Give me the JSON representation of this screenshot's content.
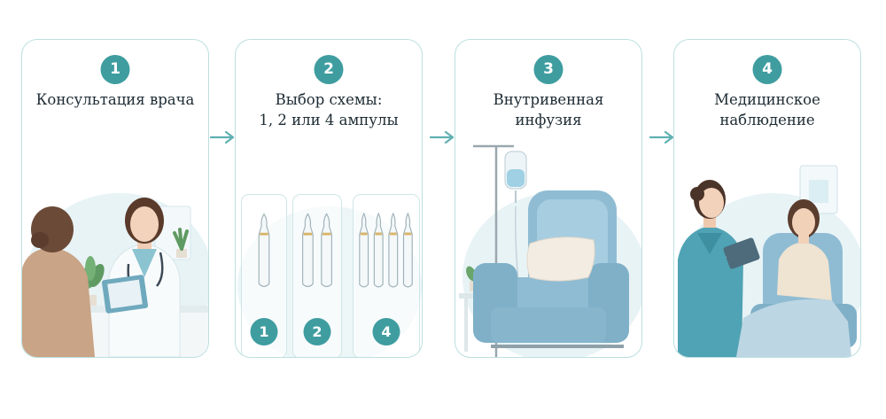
{
  "steps": [
    {
      "number": "1",
      "title": "Консультация врача"
    },
    {
      "number": "2",
      "title": "Выбор схемы:\n1, 2 или 4 ампулы"
    },
    {
      "number": "3",
      "title": "Внутривенная\nинфузия"
    },
    {
      "number": "4",
      "title": "Медицинское\nнаблюдение"
    }
  ],
  "ampoule_options": [
    {
      "label": "1",
      "count": 1
    },
    {
      "label": "2",
      "count": 2
    },
    {
      "label": "4",
      "count": 4
    }
  ],
  "colors": {
    "accent": "#3f9da0",
    "card_border": "#bcdfe0",
    "arrow": "#5fb0b2",
    "chair": "#8fbcd3",
    "scrubs": "#4fa3b4"
  },
  "icons": [
    "arrow-right-icon",
    "ampoule-icon",
    "iv-bag-icon",
    "plant-icon"
  ]
}
